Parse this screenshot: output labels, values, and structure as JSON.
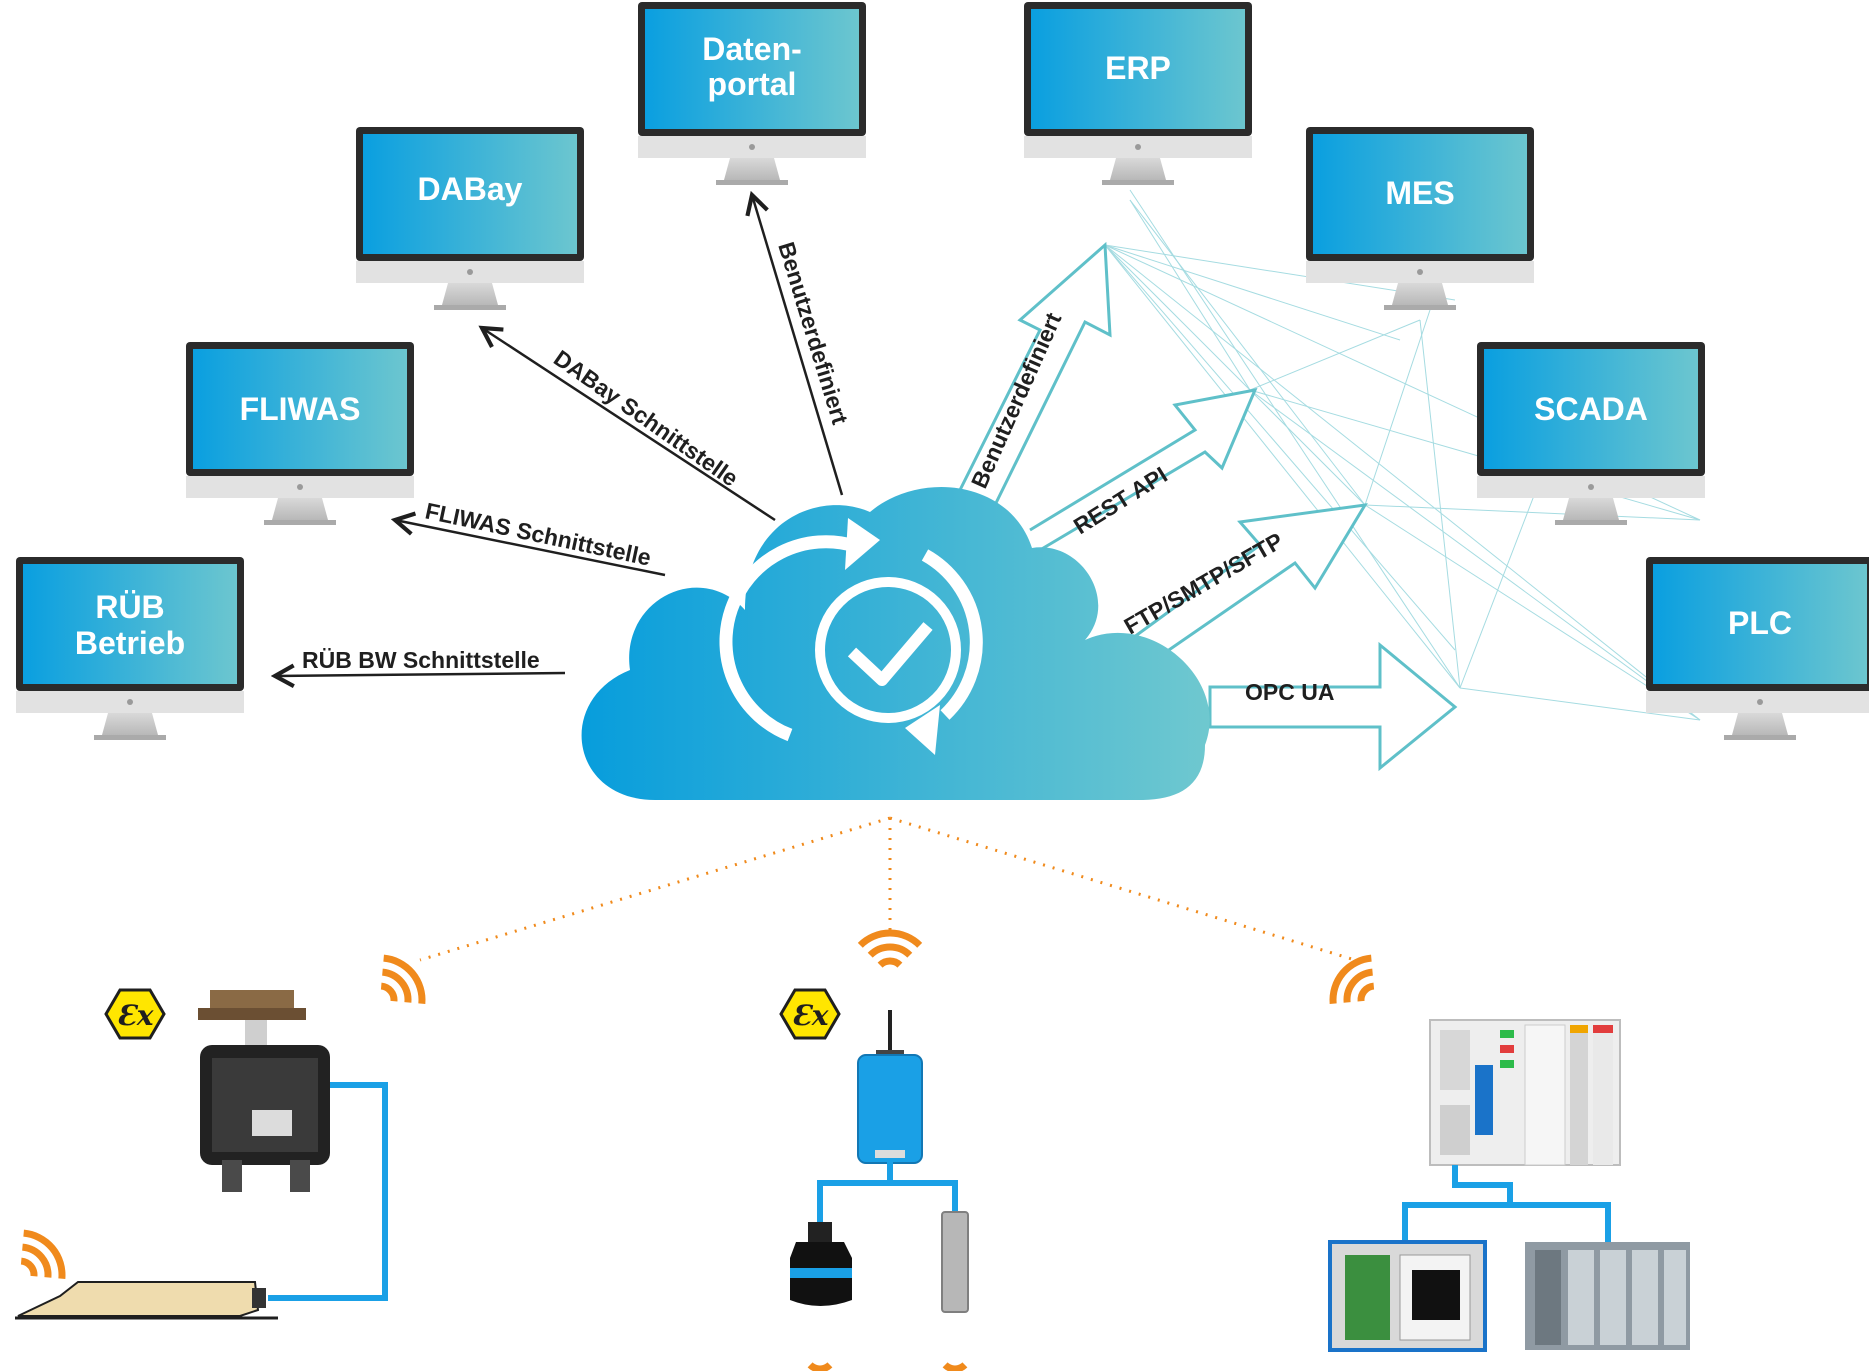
{
  "colors": {
    "screen_gradient_start": "#0a9fe0",
    "screen_gradient_end": "#6cc6cf",
    "cloud_gradient_start": "#079ddc",
    "cloud_gradient_end": "#6fc8cf",
    "outline_arrow": "#5fc0c9",
    "dark_arrow": "#1f1f1f",
    "wireless": "#f08a1c",
    "cable": "#1aa0e6",
    "ex_badge": "#ffe600"
  },
  "monitors": {
    "ruebbetrieb": {
      "line1": "RÜB",
      "line2": "Betrieb"
    },
    "fliwas": {
      "label": "FLIWAS"
    },
    "dabay": {
      "label": "DABay"
    },
    "datenportal": {
      "line1": "Daten-",
      "line2": "portal"
    },
    "erp": {
      "label": "ERP"
    },
    "mes": {
      "label": "MES"
    },
    "scada": {
      "label": "SCADA"
    },
    "plc": {
      "label": "PLC"
    }
  },
  "interfaces": {
    "rueb_bw": "RÜB BW Schnittstelle",
    "fliwas": "FLIWAS Schnittstelle",
    "dabay": "DABay Schnittstelle",
    "benutzerdefiniert_datenportal": "Benutzerdefiniert",
    "benutzerdefiniert_erp": "Benutzerdefiniert",
    "rest_api": "REST API",
    "ftp": "FTP/SMTP/SFTP",
    "opc_ua": "OPC UA"
  },
  "field_devices": {
    "ex_badge_left": "Ɛx",
    "ex_badge_center": "Ɛx"
  },
  "icons": [
    "cloud-sync-icon",
    "checkmark-icon",
    "wireless-signal-icon",
    "ex-badge-icon",
    "monitor-icon"
  ]
}
